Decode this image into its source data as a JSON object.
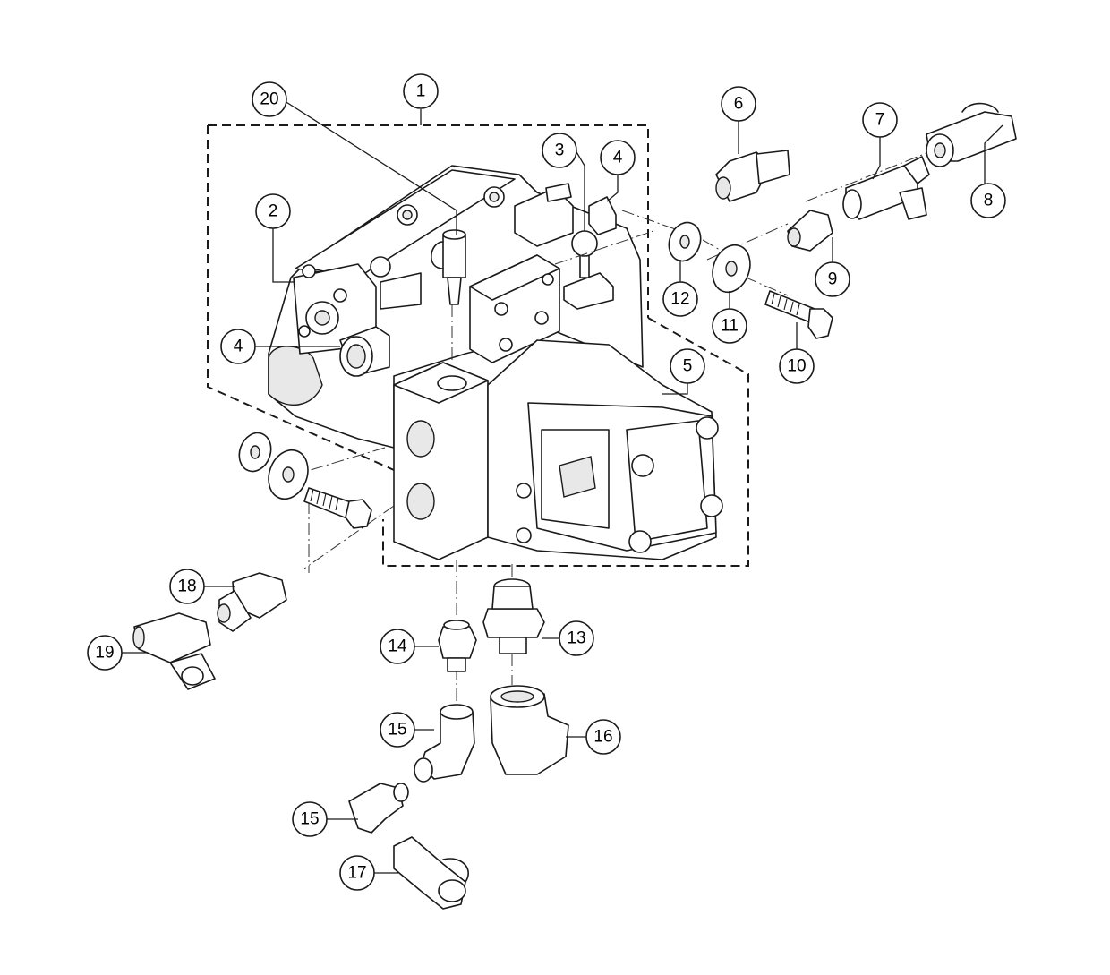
{
  "callouts": {
    "c1": "1",
    "c2": "2",
    "c3": "3",
    "c4a": "4",
    "c4b": "4",
    "c5": "5",
    "c6": "6",
    "c7": "7",
    "c8": "8",
    "c9": "9",
    "c10": "10",
    "c11": "11",
    "c12": "12",
    "c13": "13",
    "c14": "14",
    "c15a": "15",
    "c15b": "15",
    "c16": "16",
    "c17": "17",
    "c18": "18",
    "c19": "19",
    "c20": "20"
  }
}
